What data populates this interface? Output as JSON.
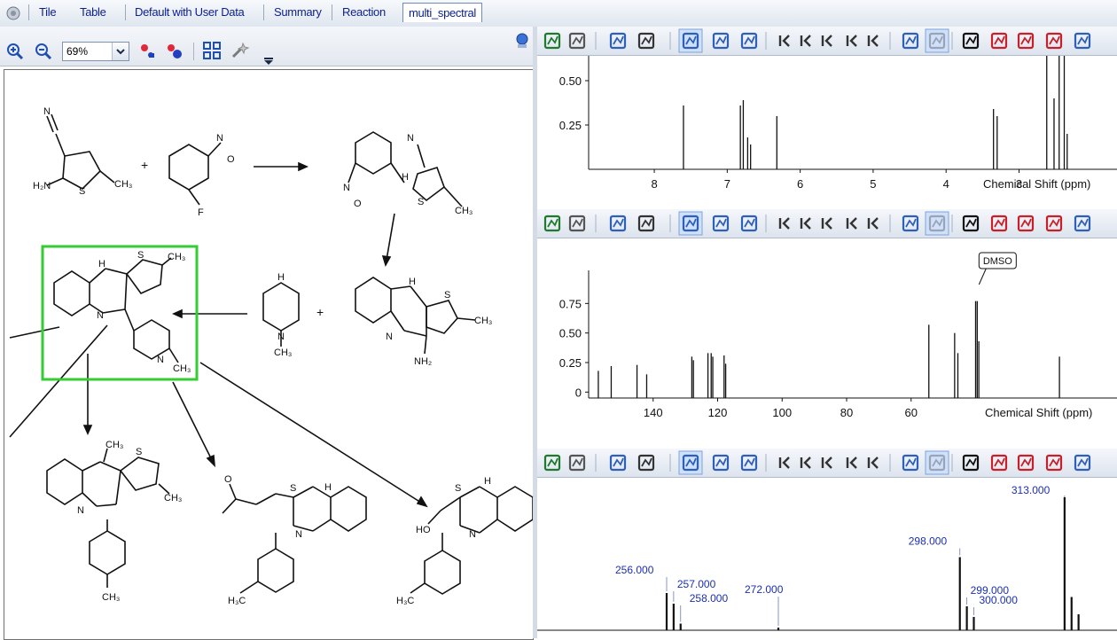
{
  "tabs": [
    {
      "label": "Tile",
      "active": false
    },
    {
      "label": "Table",
      "active": false
    },
    {
      "label": "Default with User Data",
      "active": false
    },
    {
      "label": "Summary",
      "active": false
    },
    {
      "label": "Reaction",
      "active": false
    },
    {
      "label": "multi_spectral",
      "active": true
    }
  ],
  "left_toolbar": {
    "zoom_value": "69%"
  },
  "molecule_labels": {
    "m1_h2n": "H₂N",
    "m1_s": "S",
    "m1_ch3": "CH₃",
    "m1_n": "N",
    "plus1": "+",
    "m2_no2": "N",
    "m2_o": "O",
    "m2_f": "F",
    "m3_h": "H",
    "m3_n": "N",
    "m3_s": "S",
    "m3_ch3": "CH₃",
    "m3_nitro": "N",
    "m3_o": "O",
    "m4_h": "H",
    "m4_s": "S",
    "m4_ch3": "CH₃",
    "m4_n": "N",
    "m4_n2": "N",
    "m4_ch3b": "CH₃",
    "pip_h": "H",
    "pip_n": "N",
    "pip_ch3": "CH₃",
    "plus2": "+",
    "m5_h": "H",
    "m5_s": "S",
    "m5_ch3": "CH₃",
    "m5_n": "N",
    "m5_nh2": "NH₂",
    "p1_ch3": "CH₃",
    "p1_s": "S",
    "p1_ch3b": "CH₃",
    "p1_n": "N",
    "p1_ch3c": "CH₃",
    "p2_s": "S",
    "p2_h": "H",
    "p2_n": "N",
    "p2_o": "O",
    "p2_h3c": "H₃C",
    "p3_s": "S",
    "p3_h": "H",
    "p3_ho": "HO",
    "p3_n": "N",
    "p3_h3c": "H₃C"
  },
  "spectra": [
    {
      "chart_data": {
        "type": "line",
        "xlabel": "Chemical Shift (ppm)",
        "x_ticks": [
          8,
          7,
          6,
          5,
          4,
          3
        ],
        "y_ticks": [
          0.25,
          0.5
        ],
        "xlim": [
          8.9,
          1.9
        ],
        "ylim": [
          0,
          0.62
        ],
        "peaks": [
          {
            "x": 7.6,
            "y": 0.36
          },
          {
            "x": 6.82,
            "y": 0.36
          },
          {
            "x": 6.78,
            "y": 0.39
          },
          {
            "x": 6.72,
            "y": 0.18
          },
          {
            "x": 6.68,
            "y": 0.14
          },
          {
            "x": 6.32,
            "y": 0.3
          },
          {
            "x": 3.35,
            "y": 0.34
          },
          {
            "x": 3.3,
            "y": 0.3
          },
          {
            "x": 2.62,
            "y": 0.75
          },
          {
            "x": 2.52,
            "y": 0.4
          },
          {
            "x": 2.45,
            "y": 0.75
          },
          {
            "x": 2.38,
            "y": 0.75
          },
          {
            "x": 2.34,
            "y": 0.2
          }
        ]
      }
    },
    {
      "chart_data": {
        "type": "line",
        "xlabel": "Chemical Shift (ppm)",
        "x_ticks": [
          140,
          120,
          100,
          80,
          60
        ],
        "y_ticks": [
          0,
          0.25,
          0.5,
          0.75
        ],
        "xlim": [
          160,
          0
        ],
        "ylim": [
          -0.05,
          1.0
        ],
        "annotation": "DMSO",
        "annotation_x": 39.5,
        "peaks": [
          {
            "x": 157,
            "y": 0.18
          },
          {
            "x": 153,
            "y": 0.22
          },
          {
            "x": 145,
            "y": 0.23
          },
          {
            "x": 142,
            "y": 0.15
          },
          {
            "x": 128,
            "y": 0.3
          },
          {
            "x": 127.5,
            "y": 0.27
          },
          {
            "x": 123,
            "y": 0.33
          },
          {
            "x": 122,
            "y": 0.33
          },
          {
            "x": 121.5,
            "y": 0.3
          },
          {
            "x": 118,
            "y": 0.31
          },
          {
            "x": 117.5,
            "y": 0.24
          },
          {
            "x": 54.5,
            "y": 0.57
          },
          {
            "x": 46.5,
            "y": 0.5
          },
          {
            "x": 45.5,
            "y": 0.33
          },
          {
            "x": 40,
            "y": 0.77
          },
          {
            "x": 39.5,
            "y": 0.77
          },
          {
            "x": 39,
            "y": 0.43
          },
          {
            "x": 14,
            "y": 0.3
          }
        ]
      }
    },
    {
      "chart_data": {
        "type": "bar",
        "xlim": [
          240,
          320
        ],
        "ylim": [
          0,
          1.0
        ],
        "peaks": [
          {
            "x": 256.0,
            "y": 0.28,
            "label": "256.000"
          },
          {
            "x": 257.0,
            "y": 0.2,
            "label": "257.000"
          },
          {
            "x": 258.0,
            "y": 0.05,
            "label": "258.000"
          },
          {
            "x": 272.0,
            "y": 0.02,
            "label": "272.000"
          },
          {
            "x": 298.0,
            "y": 0.55,
            "label": "298.000"
          },
          {
            "x": 299.0,
            "y": 0.18,
            "label": "299.000"
          },
          {
            "x": 300.0,
            "y": 0.1,
            "label": "300.000"
          },
          {
            "x": 313.0,
            "y": 1.0,
            "label": "313.000"
          },
          {
            "x": 314.0,
            "y": 0.25
          },
          {
            "x": 315.0,
            "y": 0.12
          }
        ]
      }
    }
  ],
  "colors": {
    "accent": "#0a1f8f",
    "selection": "#33cc33",
    "peak_label": "#1a2fb5"
  }
}
